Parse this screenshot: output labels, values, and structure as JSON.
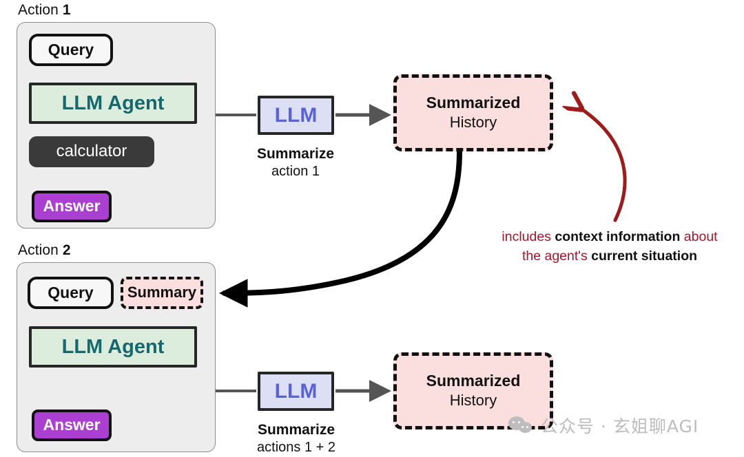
{
  "diagram": {
    "title": "LLM agent history summarization loop",
    "colors": {
      "panel_bg": "#ededed",
      "agent_green": "#dceddd",
      "agent_text_teal": "#16686d",
      "answer_purple": "#ab3fd1",
      "tool_dark": "#3a3a3a",
      "llm_lavender": "#dde0f5",
      "llm_text_blue": "#5a62d8",
      "history_pink": "#fbdfdf",
      "annotation_red": "#a3162a",
      "stroke_black": "#111111",
      "watermark_grey": "#bdbdbd"
    },
    "action1": {
      "label_prefix": "Action ",
      "label_number": "1",
      "query": "Query",
      "agent": "LLM Agent",
      "tool": "calculator",
      "answer": "Answer"
    },
    "action2": {
      "label_prefix": "Action ",
      "label_number": "2",
      "query": "Query",
      "summary_chip": "Summary",
      "agent": "LLM Agent",
      "answer": "Answer"
    },
    "summarizer1": {
      "box": "LLM",
      "caption_bold": "Summarize",
      "caption_regular": "action 1"
    },
    "summarizer2": {
      "box": "LLM",
      "caption_bold": "Summarize",
      "caption_regular": "actions 1 + 2"
    },
    "history1": {
      "line1": "Summarized",
      "line2": "History"
    },
    "history2": {
      "line1": "Summarized",
      "line2": "History"
    },
    "annotation": {
      "line1_part1": "includes ",
      "line1_bold": "context information",
      "line1_part2": " about",
      "line2_part1": "the agent's ",
      "line2_bold": "current situation"
    },
    "watermark": {
      "icon": "wechat-bubble-icon",
      "text": "公众号 · 玄姐聊AGI"
    }
  }
}
